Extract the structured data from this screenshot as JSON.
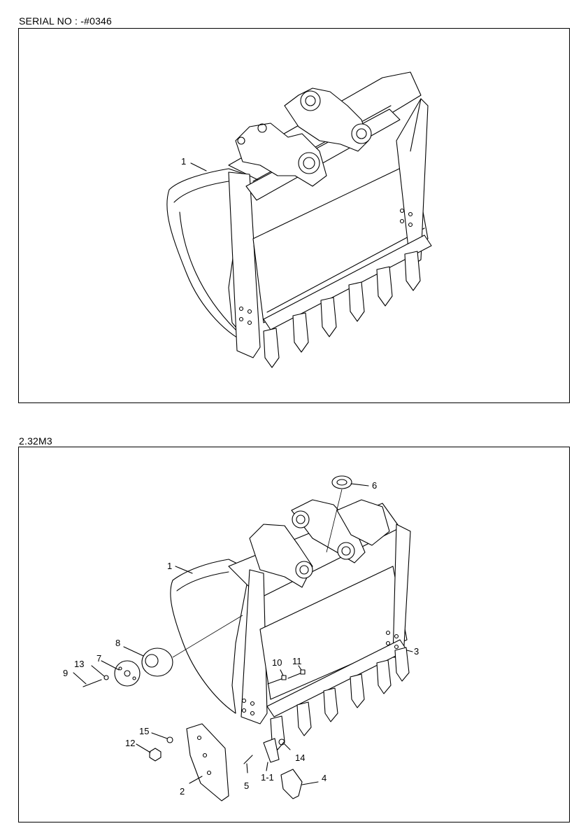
{
  "headings": {
    "serial": "SERIAL NO : -#0346",
    "capacity": "2.32M3"
  },
  "top_diagram": {
    "callouts": [
      "1"
    ]
  },
  "bottom_diagram": {
    "callouts": [
      "1",
      "2",
      "3",
      "4",
      "5",
      "6",
      "7",
      "8",
      "9",
      "10",
      "11",
      "12",
      "13",
      "14",
      "15",
      "1-1"
    ]
  }
}
